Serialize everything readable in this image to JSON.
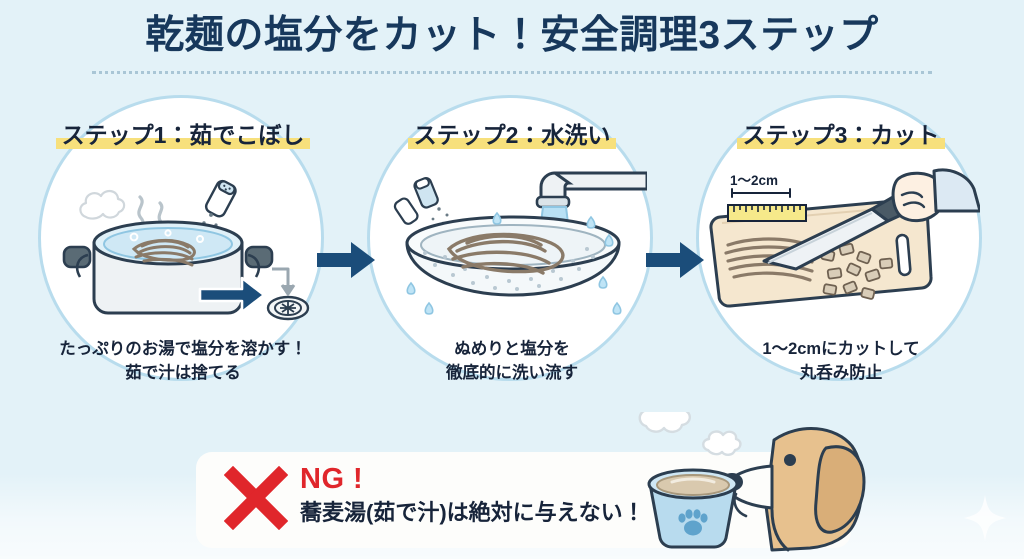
{
  "poster": {
    "title": "乾麺の塩分をカット！安全調理3ステップ",
    "background_color": "#e3f2f8",
    "title_color": "#17385c",
    "accent_yellow": "#f7e07c",
    "accent_navy": "#1b4d7a",
    "accent_red": "#e0262b"
  },
  "steps": [
    {
      "label": "ステップ1：茹でこぼし",
      "caption_line1": "たっぷりのお湯で塩分を溶かす！",
      "caption_line2": "茹で汁は捨てる",
      "art_name": "pot-boiling-noodles-illustration"
    },
    {
      "label": "ステップ2：水洗い",
      "caption_line1": "ぬめりと塩分を",
      "caption_line2": "徹底的に洗い流す",
      "art_name": "colander-rinsing-noodles-illustration"
    },
    {
      "label": "ステップ3：カット",
      "caption_line1": "1〜2cmにカットして",
      "caption_line2": "丸呑み防止",
      "art_name": "cutting-board-knife-illustration",
      "ruler_label": "1〜2cm"
    }
  ],
  "connectors": [
    {
      "name": "arrow-step1-to-step2"
    },
    {
      "name": "arrow-step2-to-step3"
    }
  ],
  "warning": {
    "mark": "✕",
    "heading": "NG !",
    "message": "蕎麦湯(茹で汁)は絶対に与えない！"
  },
  "dog_scene": {
    "name": "dog-and-food-bowl-illustration",
    "bowl_color": "#b8dbee",
    "dog_color": "#e7c18e"
  }
}
